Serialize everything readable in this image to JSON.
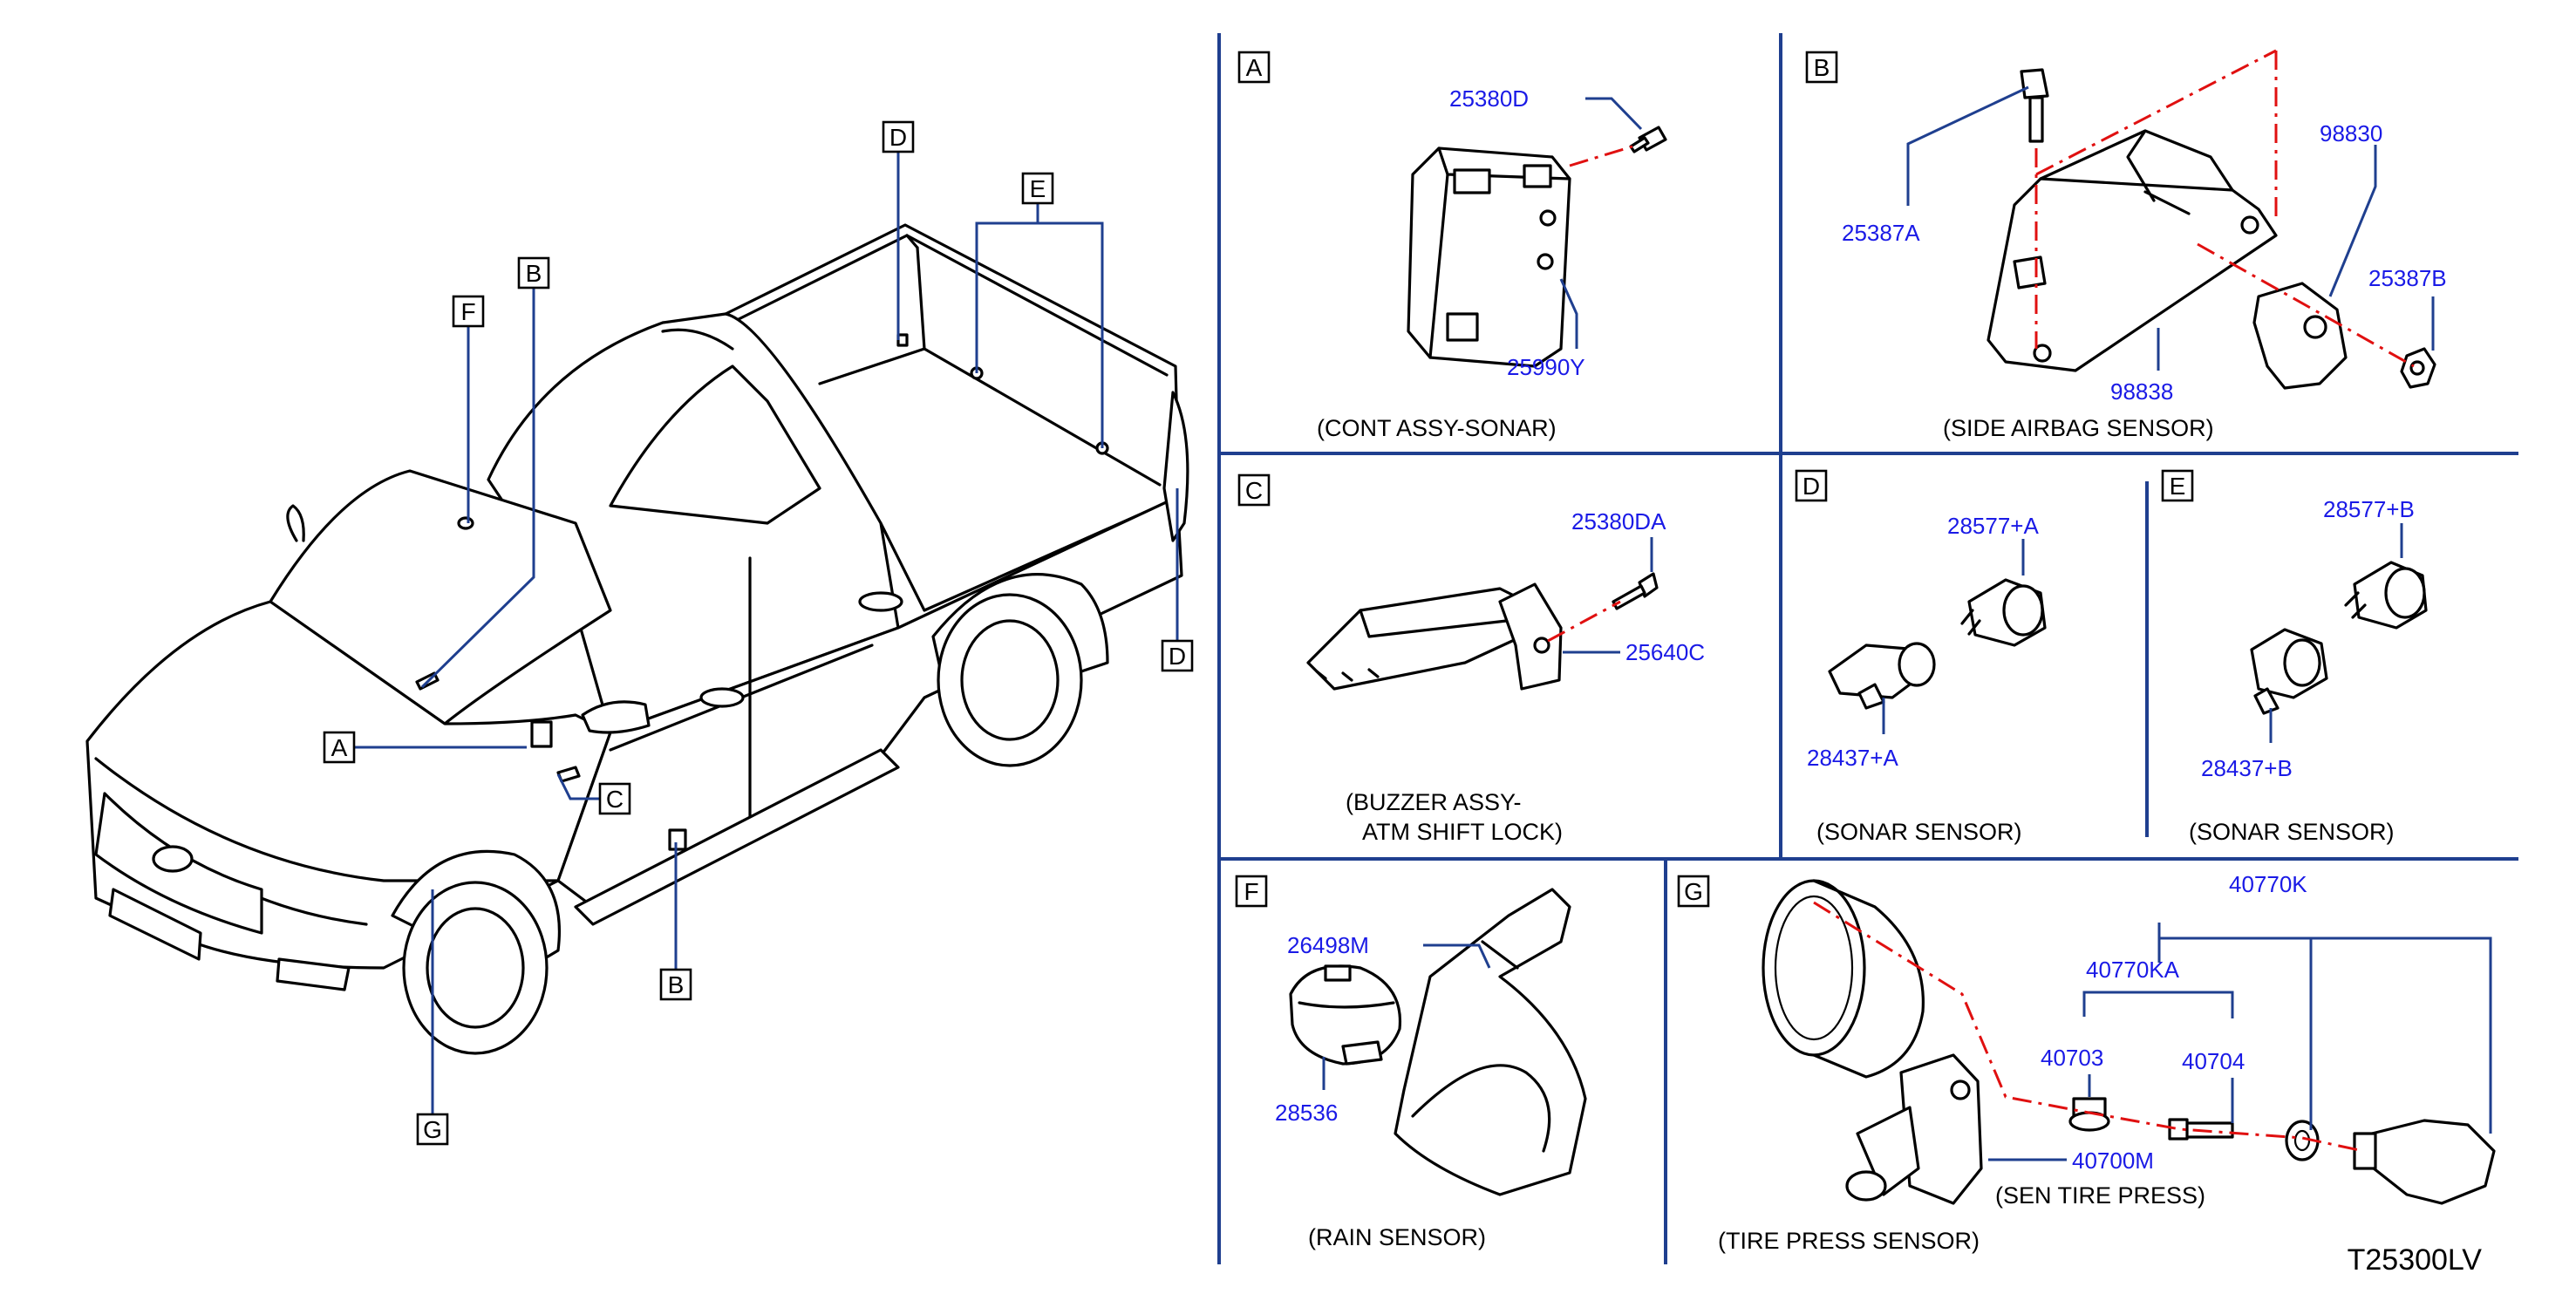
{
  "drawing_code": "T25300LV",
  "vehicle_callouts": [
    "F",
    "B",
    "D",
    "E",
    "A",
    "C",
    "D",
    "B",
    "G"
  ],
  "panels": {
    "A": {
      "letter": "A",
      "caption": "(CONT   ASSY-SONAR)",
      "parts": [
        "25380D",
        "25990Y"
      ]
    },
    "B": {
      "letter": "B",
      "caption": "(SIDE   AIRBAG   SENSOR)",
      "parts": [
        "25387A",
        "98830",
        "25387B",
        "98838"
      ]
    },
    "C": {
      "letter": "C",
      "caption_line1": "(BUZZER   ASSY-",
      "caption_line2": "ATM   SHIFT   LOCK)",
      "parts": [
        "25380DA",
        "25640C"
      ]
    },
    "D": {
      "letter": "D",
      "caption": "(SONAR   SENSOR)",
      "parts": [
        "28577+A",
        "28437+A"
      ]
    },
    "E": {
      "letter": "E",
      "caption": "(SONAR   SENSOR)",
      "parts": [
        "28577+B",
        "28437+B"
      ]
    },
    "F": {
      "letter": "F",
      "caption": "(RAIN   SENSOR)",
      "parts": [
        "26498M",
        "28536"
      ]
    },
    "G": {
      "letter": "G",
      "caption": "(TIRE   PRESS   SENSOR)",
      "sub_caption": "(SEN   TIRE   PRESS)",
      "parts": [
        "40770K",
        "40770KA",
        "40703",
        "40704",
        "40700M"
      ]
    }
  },
  "colors": {
    "part_number": "#1a1ae6",
    "frame": "#1f3f8f",
    "centerline": "#e01010",
    "ink": "#000000"
  }
}
